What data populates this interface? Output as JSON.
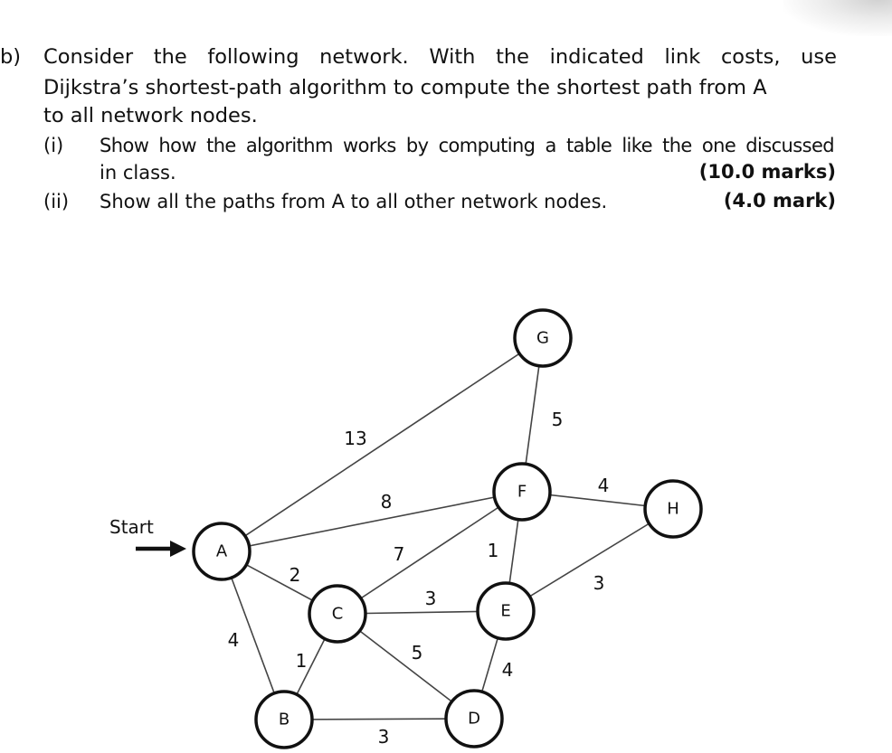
{
  "question": {
    "prefix": "b)",
    "line1": "Consider the following network. With the indicated link costs, use",
    "line2": "Dijkstra’s shortest-path algorithm to compute the shortest path from A",
    "line3": "to all network nodes.",
    "parts": [
      {
        "num": "(i)",
        "text_line1": "Show how the algorithm works by computing a table like the one discussed",
        "text_line2": "in class.",
        "marks": "(10.0 marks)"
      },
      {
        "num": "(ii)",
        "text_line1": "Show all the paths from A to all other network nodes.",
        "marks": "(4.0 mark)"
      }
    ]
  },
  "diagram": {
    "start_label": "Start",
    "nodes": {
      "A": "A",
      "B": "B",
      "C": "C",
      "D": "D",
      "E": "E",
      "F": "F",
      "G": "G",
      "H": "H"
    },
    "edges": [
      {
        "from": "A",
        "to": "G",
        "cost": "13"
      },
      {
        "from": "A",
        "to": "F",
        "cost": "8"
      },
      {
        "from": "A",
        "to": "C",
        "cost": "2"
      },
      {
        "from": "A",
        "to": "B",
        "cost": "4"
      },
      {
        "from": "B",
        "to": "C",
        "cost": "1"
      },
      {
        "from": "B",
        "to": "D",
        "cost": "3"
      },
      {
        "from": "C",
        "to": "F",
        "cost": "7"
      },
      {
        "from": "C",
        "to": "E",
        "cost": "3"
      },
      {
        "from": "C",
        "to": "D",
        "cost": "5"
      },
      {
        "from": "F",
        "to": "E",
        "cost": "1"
      },
      {
        "from": "F",
        "to": "G",
        "cost": "5"
      },
      {
        "from": "F",
        "to": "H",
        "cost": "4"
      },
      {
        "from": "E",
        "to": "H",
        "cost": "3"
      },
      {
        "from": "E",
        "to": "D",
        "cost": "4"
      }
    ]
  }
}
